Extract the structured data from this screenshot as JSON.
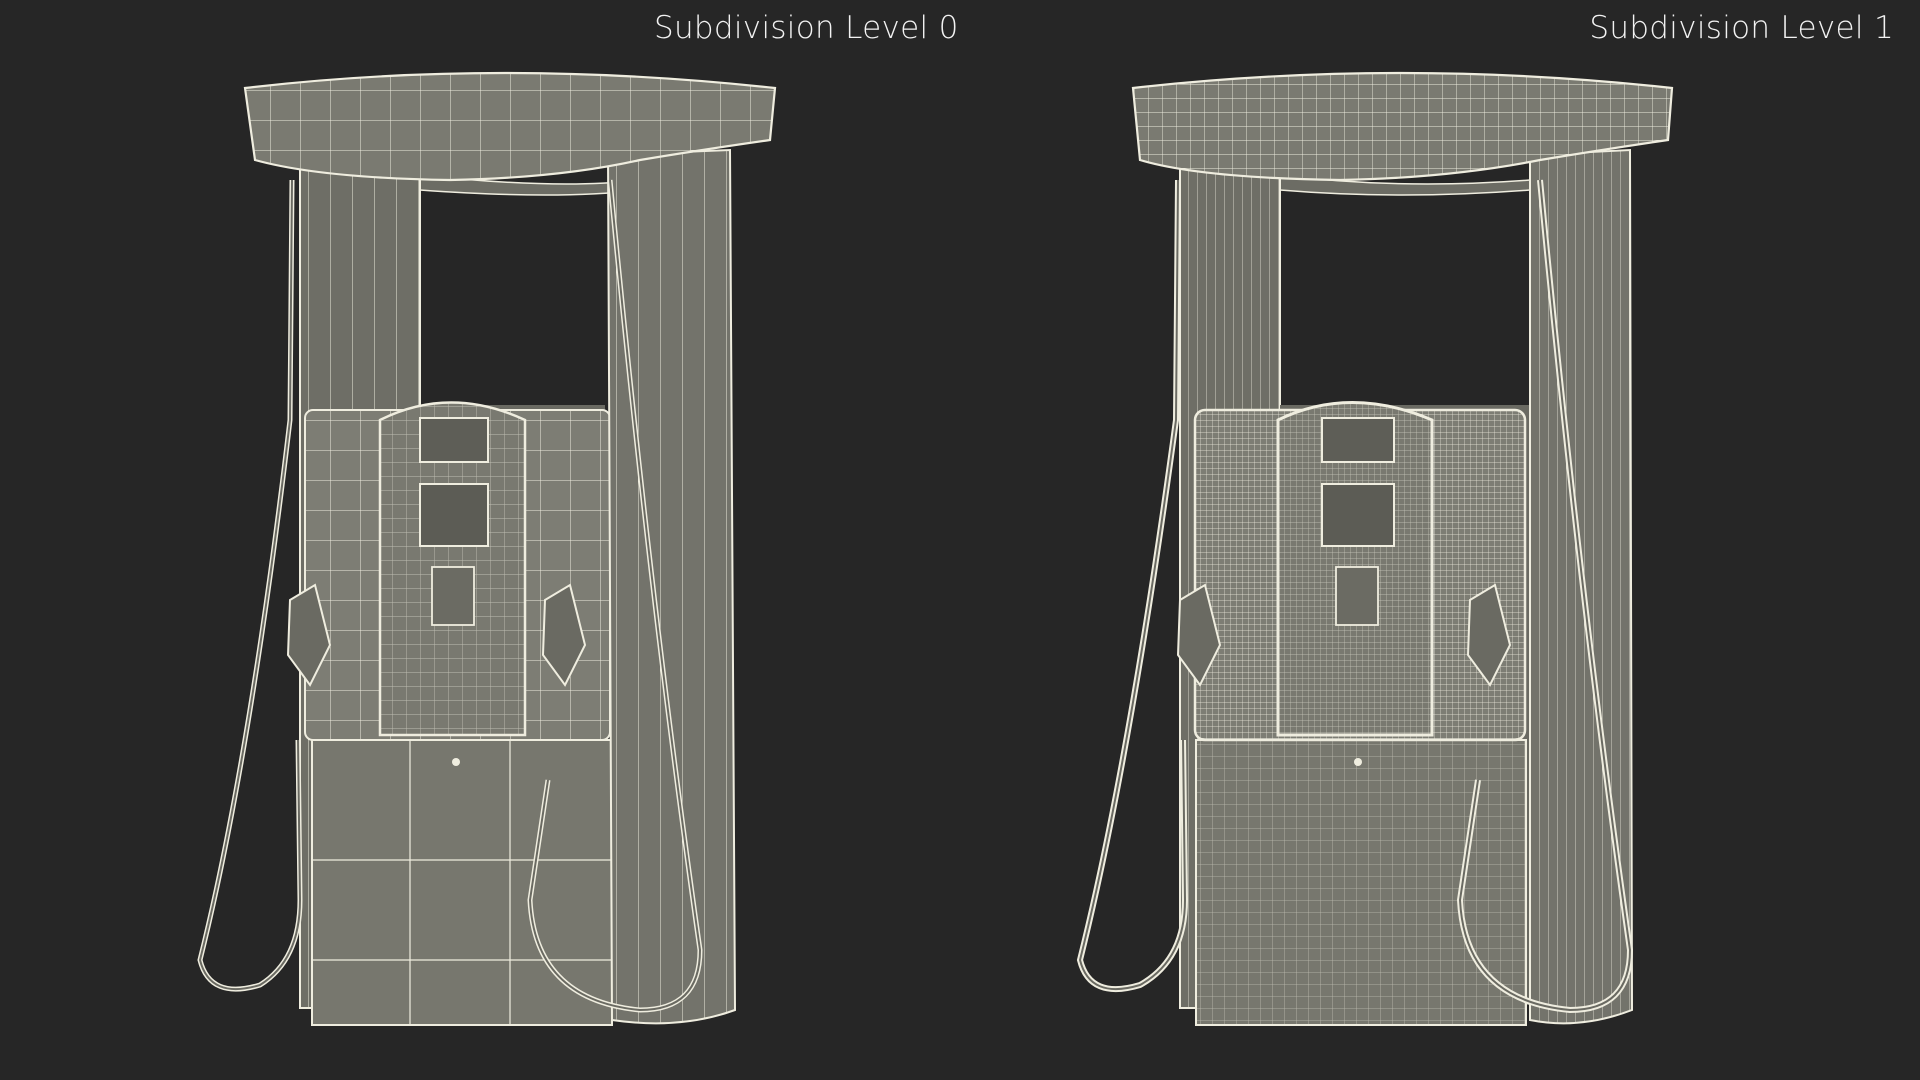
{
  "scene": {
    "background_color": "#262626",
    "subject": "Fuel dispenser pump 3D model, wireframe render",
    "views": [
      {
        "label": "Subdivision Level 0",
        "mesh_density": "low"
      },
      {
        "label": "Subdivision Level 1",
        "mesh_density": "high"
      }
    ],
    "colors": {
      "surface": "#7a7a70",
      "surface_dark": "#5e5e57",
      "wire": "#f1efe2",
      "label_text": "#f2f2f2"
    }
  }
}
